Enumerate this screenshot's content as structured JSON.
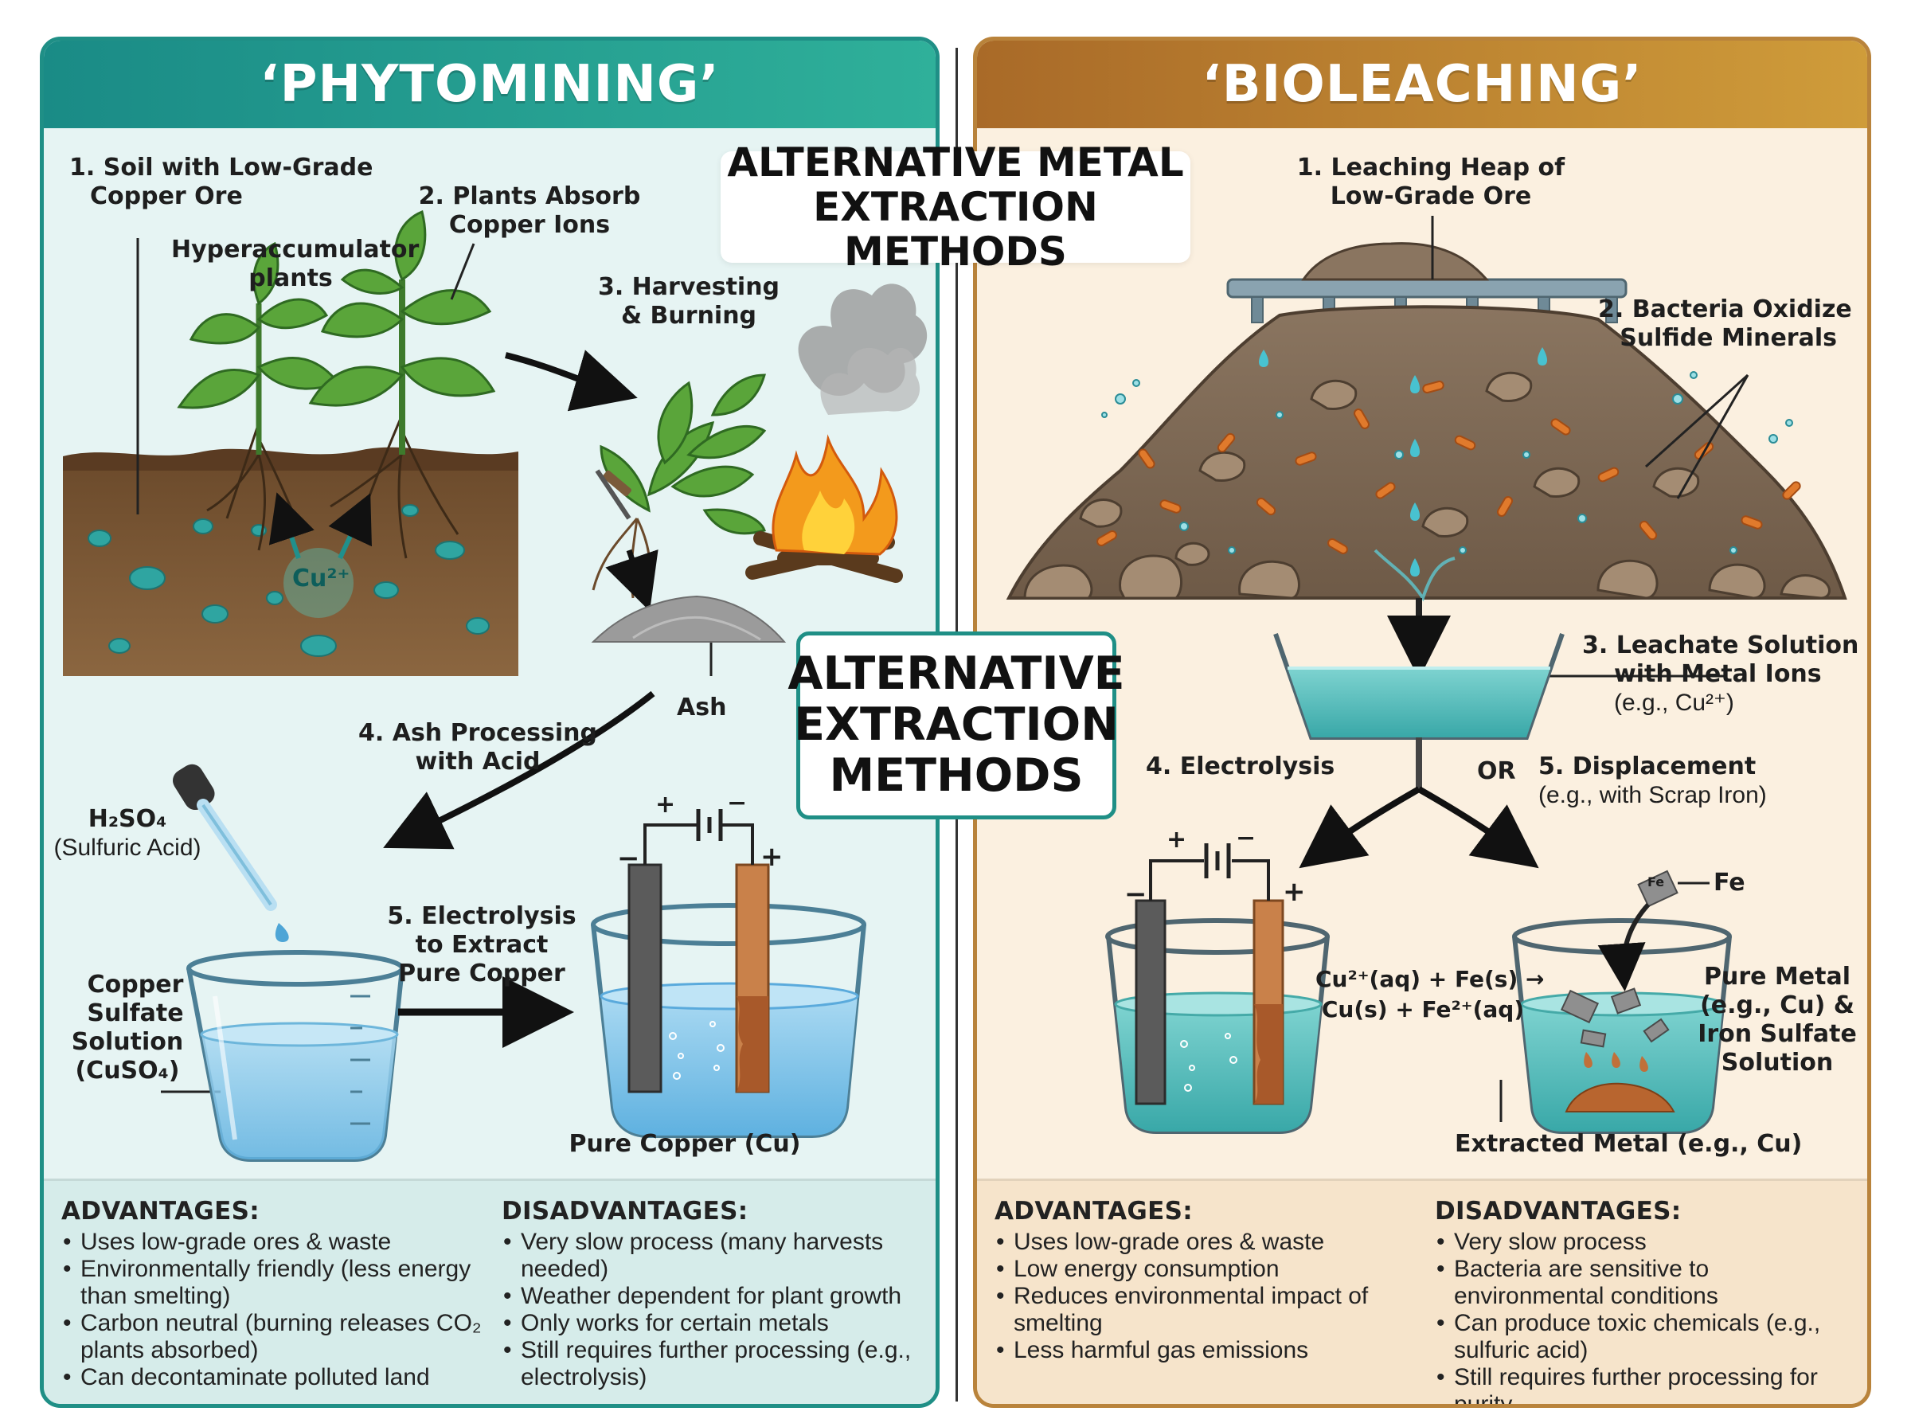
{
  "title": "ALTERNATIVE METAL EXTRACTION METHODS",
  "subtitle": "ALTERNATIVE EXTRACTION METHODS",
  "phytomining": {
    "header": "‘PHYTOMINING’",
    "labels": {
      "soil_line1": "1. Soil with Low-Grade",
      "soil_line2": "Copper Ore",
      "hyper_line1": "Hyperaccumulator",
      "hyper_line2": "plants",
      "absorb_line1": "2. Plants Absorb",
      "absorb_line2": "Copper Ions",
      "harvest_line1": "3. Harvesting",
      "harvest_line2": "& Burning",
      "cu_ion": "Cu²⁺",
      "ash": "Ash",
      "ash_proc_line1": "4. Ash Processing",
      "ash_proc_line2": "with Acid",
      "acid_line1": "H₂SO₄",
      "acid_line2": "(Sulfuric Acid)",
      "solution_line1": "Copper",
      "solution_line2": "Sulfate",
      "solution_line3": "Solution",
      "solution_line4": "(CuSO₄)",
      "electro_line1": "5. Electrolysis",
      "electro_line2": "to Extract",
      "electro_line3": "Pure Copper",
      "pure_copper": "Pure Copper (Cu)",
      "plus": "+",
      "minus": "−"
    },
    "advantages_title": "ADVANTAGES:",
    "advantages": [
      "Uses low-grade ores & waste",
      "Environmentally friendly (less energy than smelting)",
      "Carbon neutral (burning releases CO₂ plants absorbed)",
      "Can decontaminate polluted land"
    ],
    "disadvantages_title": "DISADVANTAGES:",
    "disadvantages": [
      "Very slow process (many harvests needed)",
      "Weather dependent for plant growth",
      "Only works for certain metals",
      "Still requires further processing (e.g., electrolysis)"
    ]
  },
  "bioleaching": {
    "header": "‘BIOLEACHING’",
    "labels": {
      "heap_line1": "1. Leaching Heap of",
      "heap_line2": "Low-Grade Ore",
      "bacteria_line1": "2. Bacteria Oxidize",
      "bacteria_line2": "Sulfide Minerals",
      "leachate_line1": "3. Leachate Solution",
      "leachate_line2": "with Metal Ions",
      "leachate_line3": "(e.g., Cu²⁺)",
      "electrolysis": "4. Electrolysis",
      "or": "OR",
      "displacement_line1": "5. Displacement",
      "displacement_line2": "(e.g., with Scrap Iron)",
      "fe": "Fe",
      "fe_tag": "Fe",
      "formula_line1": "Cu²⁺(aq) + Fe(s) →",
      "formula_line2": "Cu(s) + Fe²⁺(aq)",
      "pure_line1": "Pure Metal",
      "pure_line2": "(e.g., Cu) &",
      "pure_line3": "Iron Sulfate",
      "pure_line4": "Solution",
      "extracted": "Extracted Metal (e.g., Cu)",
      "plus": "+",
      "minus": "−"
    },
    "advantages_title": "ADVANTAGES:",
    "advantages": [
      "Uses low-grade ores & waste",
      "Low energy consumption",
      "Reduces environmental impact of smelting",
      "Less harmful gas emissions"
    ],
    "disadvantages_title": "DISADVANTAGES:",
    "disadvantages": [
      "Very slow process",
      "Bacteria are sensitive to environmental conditions",
      "Can produce toxic chemicals (e.g., sulfuric acid)",
      "Still requires further processing for purity"
    ]
  },
  "colors": {
    "phyto_accent": "#1f8f86",
    "bio_accent": "#b9833b",
    "copper": "#c0703a",
    "solution_blue": "#7cc3e8"
  }
}
